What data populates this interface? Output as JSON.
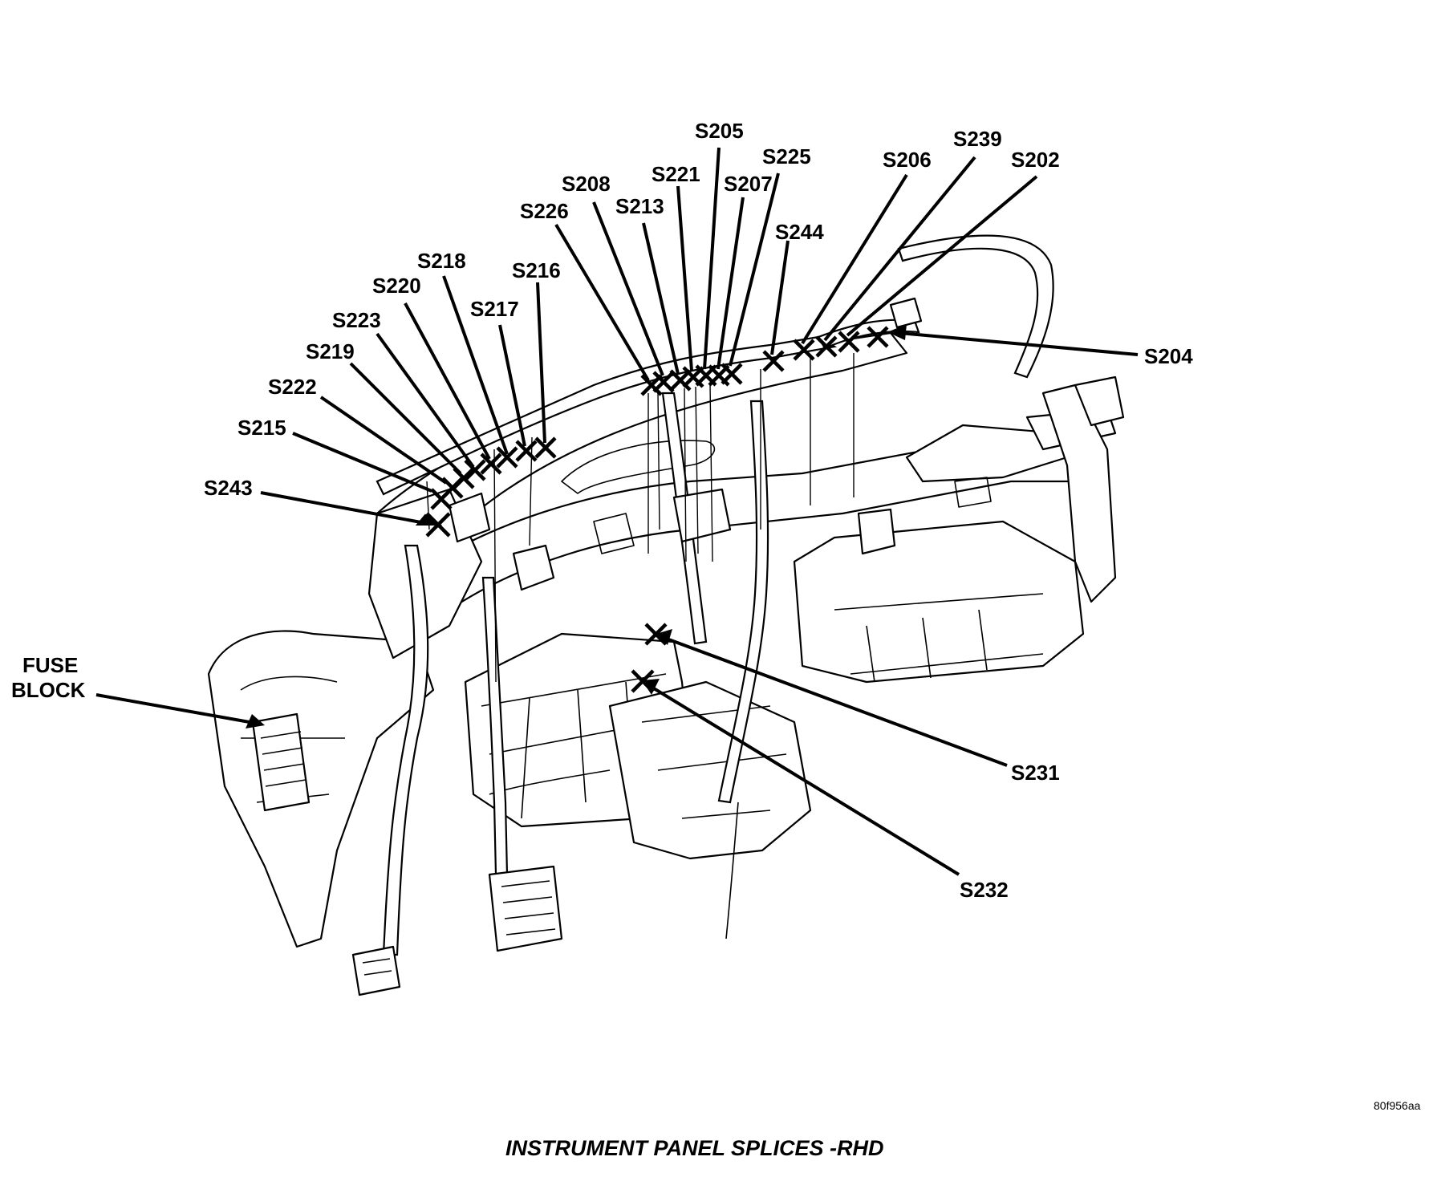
{
  "title": "INSTRUMENT PANEL SPLICES -RHD",
  "figure_id": "80f956aa",
  "labels": {
    "S205": "S205",
    "S225": "S225",
    "S239": "S239",
    "S202": "S202",
    "S206": "S206",
    "S208": "S208",
    "S221": "S221",
    "S207": "S207",
    "S213": "S213",
    "S226": "S226",
    "S244": "S244",
    "S218": "S218",
    "S216": "S216",
    "S220": "S220",
    "S217": "S217",
    "S223": "S223",
    "S219": "S219",
    "S222": "S222",
    "S215": "S215",
    "S243": "S243",
    "S204": "S204",
    "S231": "S231",
    "S232": "S232",
    "fuse_line1": "FUSE",
    "fuse_line2": "BLOCK"
  }
}
